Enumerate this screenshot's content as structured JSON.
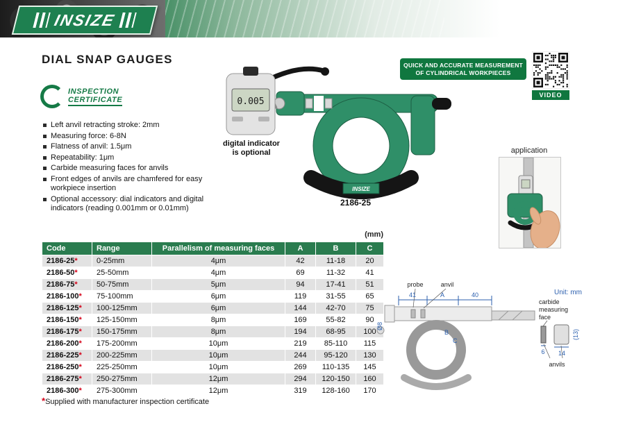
{
  "header": {
    "brand": "INSIZE"
  },
  "page": {
    "title": "DIAL SNAP GAUGES",
    "unit_note": "(mm)",
    "footnote_star": "*",
    "footnote": "Supplied with manufacturer inspection certificate"
  },
  "badges": {
    "inspection_line1": "INSPECTION",
    "inspection_line2": "CERTIFICATE",
    "quick_line1": "QUICK AND ACCURATE MEASUREMENT",
    "quick_line2": "OF CYLINDRICAL WORKPIECES",
    "video_label": "VIDEO"
  },
  "features": [
    "Left anvil retracting stroke: 2mm",
    "Measuring force: 6-8N",
    "Flatness of anvil: 1.5μm",
    "Repeatability: 1μm",
    "Carbide measuring faces for anvils",
    "Front edges of anvils are chamfered for easy workpiece insertion",
    "Optional accessory: dial indicators and digital indicators (reading 0.001mm or 0.01mm)"
  ],
  "product": {
    "caption_line1": "digital indicator",
    "caption_line2": "is optional",
    "model": "2186-25",
    "lcd_value": "0.005",
    "base_label": "INSIZE",
    "application_label": "application"
  },
  "table": {
    "star": "*",
    "headers": [
      "Code",
      "Range",
      "Parallelism of measuring faces",
      "A",
      "B",
      "C"
    ],
    "rows": [
      {
        "code": "2186-25",
        "range": "0-25mm",
        "parallelism": "4μm",
        "a": "42",
        "b": "11-18",
        "c": "20"
      },
      {
        "code": "2186-50",
        "range": "25-50mm",
        "parallelism": "4μm",
        "a": "69",
        "b": "11-32",
        "c": "41"
      },
      {
        "code": "2186-75",
        "range": "50-75mm",
        "parallelism": "5μm",
        "a": "94",
        "b": "17-41",
        "c": "51"
      },
      {
        "code": "2186-100",
        "range": "75-100mm",
        "parallelism": "6μm",
        "a": "119",
        "b": "31-55",
        "c": "65"
      },
      {
        "code": "2186-125",
        "range": "100-125mm",
        "parallelism": "6μm",
        "a": "144",
        "b": "42-70",
        "c": "75"
      },
      {
        "code": "2186-150",
        "range": "125-150mm",
        "parallelism": "8μm",
        "a": "169",
        "b": "55-82",
        "c": "90"
      },
      {
        "code": "2186-175",
        "range": "150-175mm",
        "parallelism": "8μm",
        "a": "194",
        "b": "68-95",
        "c": "100"
      },
      {
        "code": "2186-200",
        "range": "175-200mm",
        "parallelism": "10μm",
        "a": "219",
        "b": "85-110",
        "c": "115"
      },
      {
        "code": "2186-225",
        "range": "200-225mm",
        "parallelism": "10μm",
        "a": "244",
        "b": "95-120",
        "c": "130"
      },
      {
        "code": "2186-250",
        "range": "225-250mm",
        "parallelism": "10μm",
        "a": "269",
        "b": "110-135",
        "c": "145"
      },
      {
        "code": "2186-275",
        "range": "250-275mm",
        "parallelism": "12μm",
        "a": "294",
        "b": "120-150",
        "c": "160"
      },
      {
        "code": "2186-300",
        "range": "275-300mm",
        "parallelism": "12μm",
        "a": "319",
        "b": "128-160",
        "c": "170"
      }
    ]
  },
  "diagram": {
    "unit": "Unit: mm",
    "probe": "probe",
    "anvil": "anvil",
    "dim_41": "41",
    "dim_A": "A",
    "dim_40": "40",
    "dim_dia": "Ø8",
    "dim_B": "B",
    "dim_C": "C",
    "carbide_line1": "carbide",
    "carbide_line2": "measuring",
    "carbide_line3": "face",
    "dim_6": "6",
    "dim_14": "14",
    "dim_13": "(13)",
    "anvils": "anvils"
  },
  "colors": {
    "brand_green": "#1e8050",
    "table_header_green": "#2a7c4f",
    "badge_green": "#10773f",
    "row_gray": "#e2e2e2",
    "star_red": "#d50018",
    "dim_blue": "#2b5fae",
    "gauge_green": "#2f8f68"
  }
}
